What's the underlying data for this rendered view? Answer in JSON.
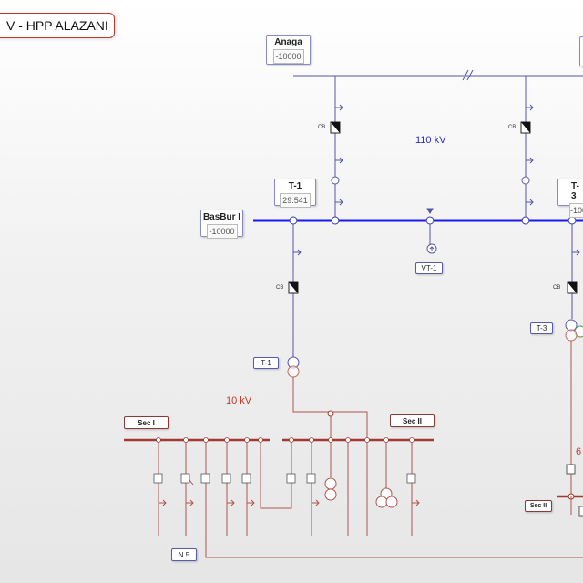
{
  "header": {
    "title": "V - HPP ALAZANI"
  },
  "bays": {
    "anaga": {
      "name": "Anaga",
      "value": "-10000"
    },
    "t1": {
      "name": "T-1",
      "value": "29.541"
    },
    "basbur": {
      "name": "BasBur I",
      "value": "-10000"
    },
    "t3": {
      "name": "T-3",
      "value": "-100"
    }
  },
  "labels": {
    "cb": "CB",
    "voltage_110": "110 kV",
    "voltage_10": "10 kV",
    "voltage_6": "6",
    "vt1": "VT-1",
    "t1_tag": "T-1",
    "t3_tag": "T-3",
    "sec1": "Sec I",
    "sec2": "Sec II",
    "sec2_right": "Sec II",
    "n5": "N 5"
  },
  "colors": {
    "hv_line": "#5555aa",
    "hv_bus": "#1a1af0",
    "lv_line": "#b0554f",
    "lv_bus": "#a03a32",
    "voltage_110": "#2a2ad0",
    "voltage_10": "#c0392b"
  }
}
